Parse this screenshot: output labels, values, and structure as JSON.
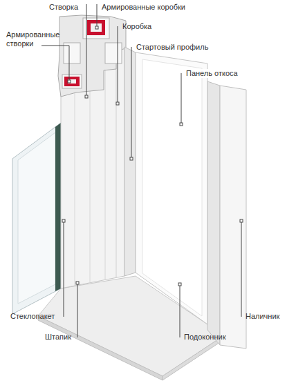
{
  "diagram": {
    "labels": [
      "Створка",
      "Армированные коробки",
      "Коробка",
      "Армированные створки",
      "Стартовый профиль",
      "Панель откоса",
      "Стеклопакет",
      "Наличник",
      "Штапик",
      "Подоконник"
    ]
  }
}
